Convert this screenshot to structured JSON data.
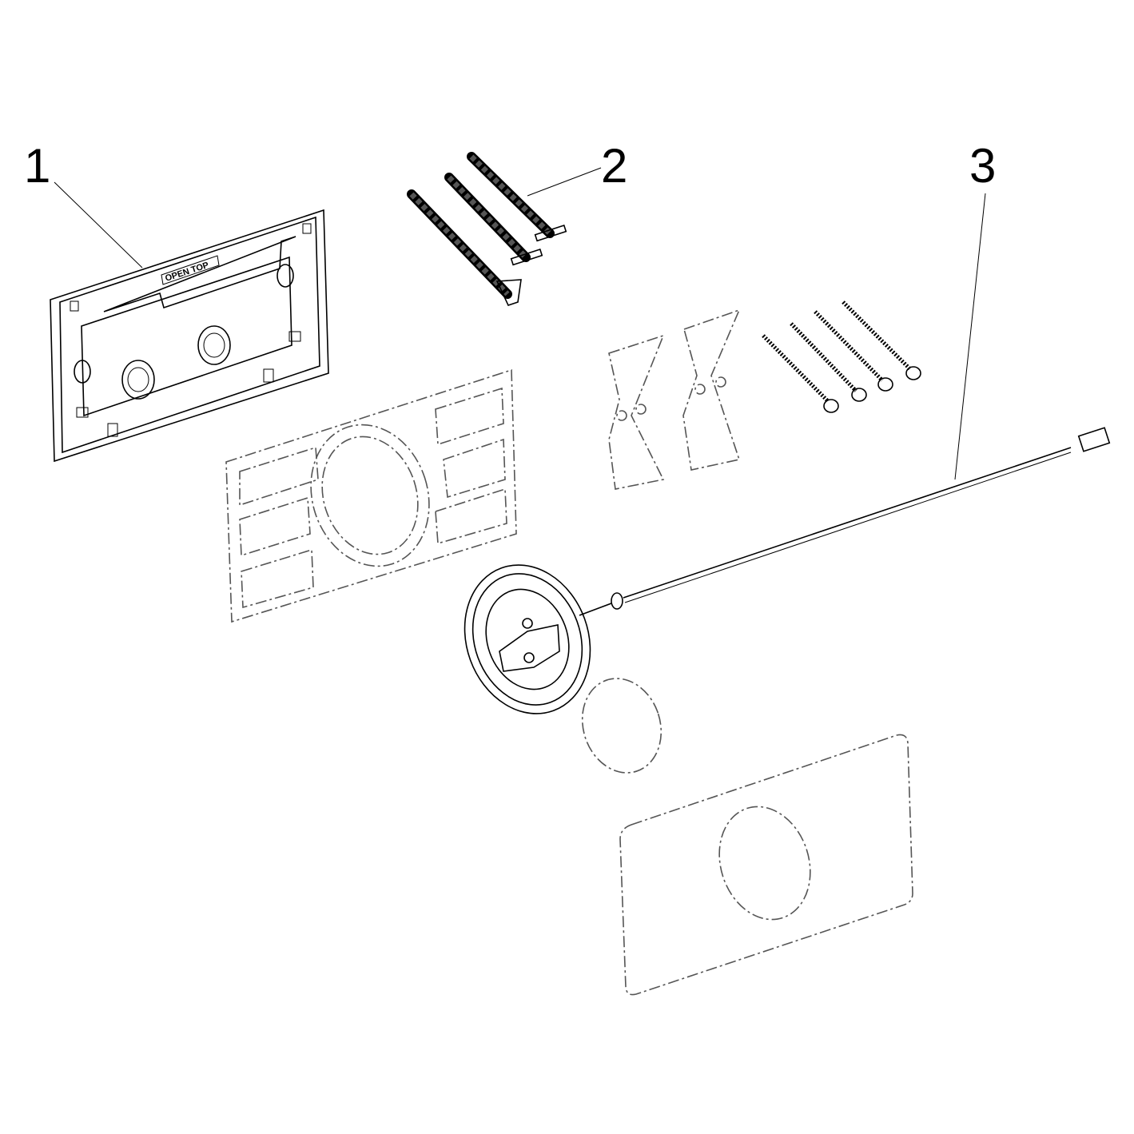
{
  "callouts": {
    "item1": "1",
    "item2": "2",
    "item3": "3"
  },
  "frame_marking": "OPEN TOP",
  "colors": {
    "line": "#000000",
    "hidden_line": "#555555",
    "rod_fill": "#333333"
  }
}
